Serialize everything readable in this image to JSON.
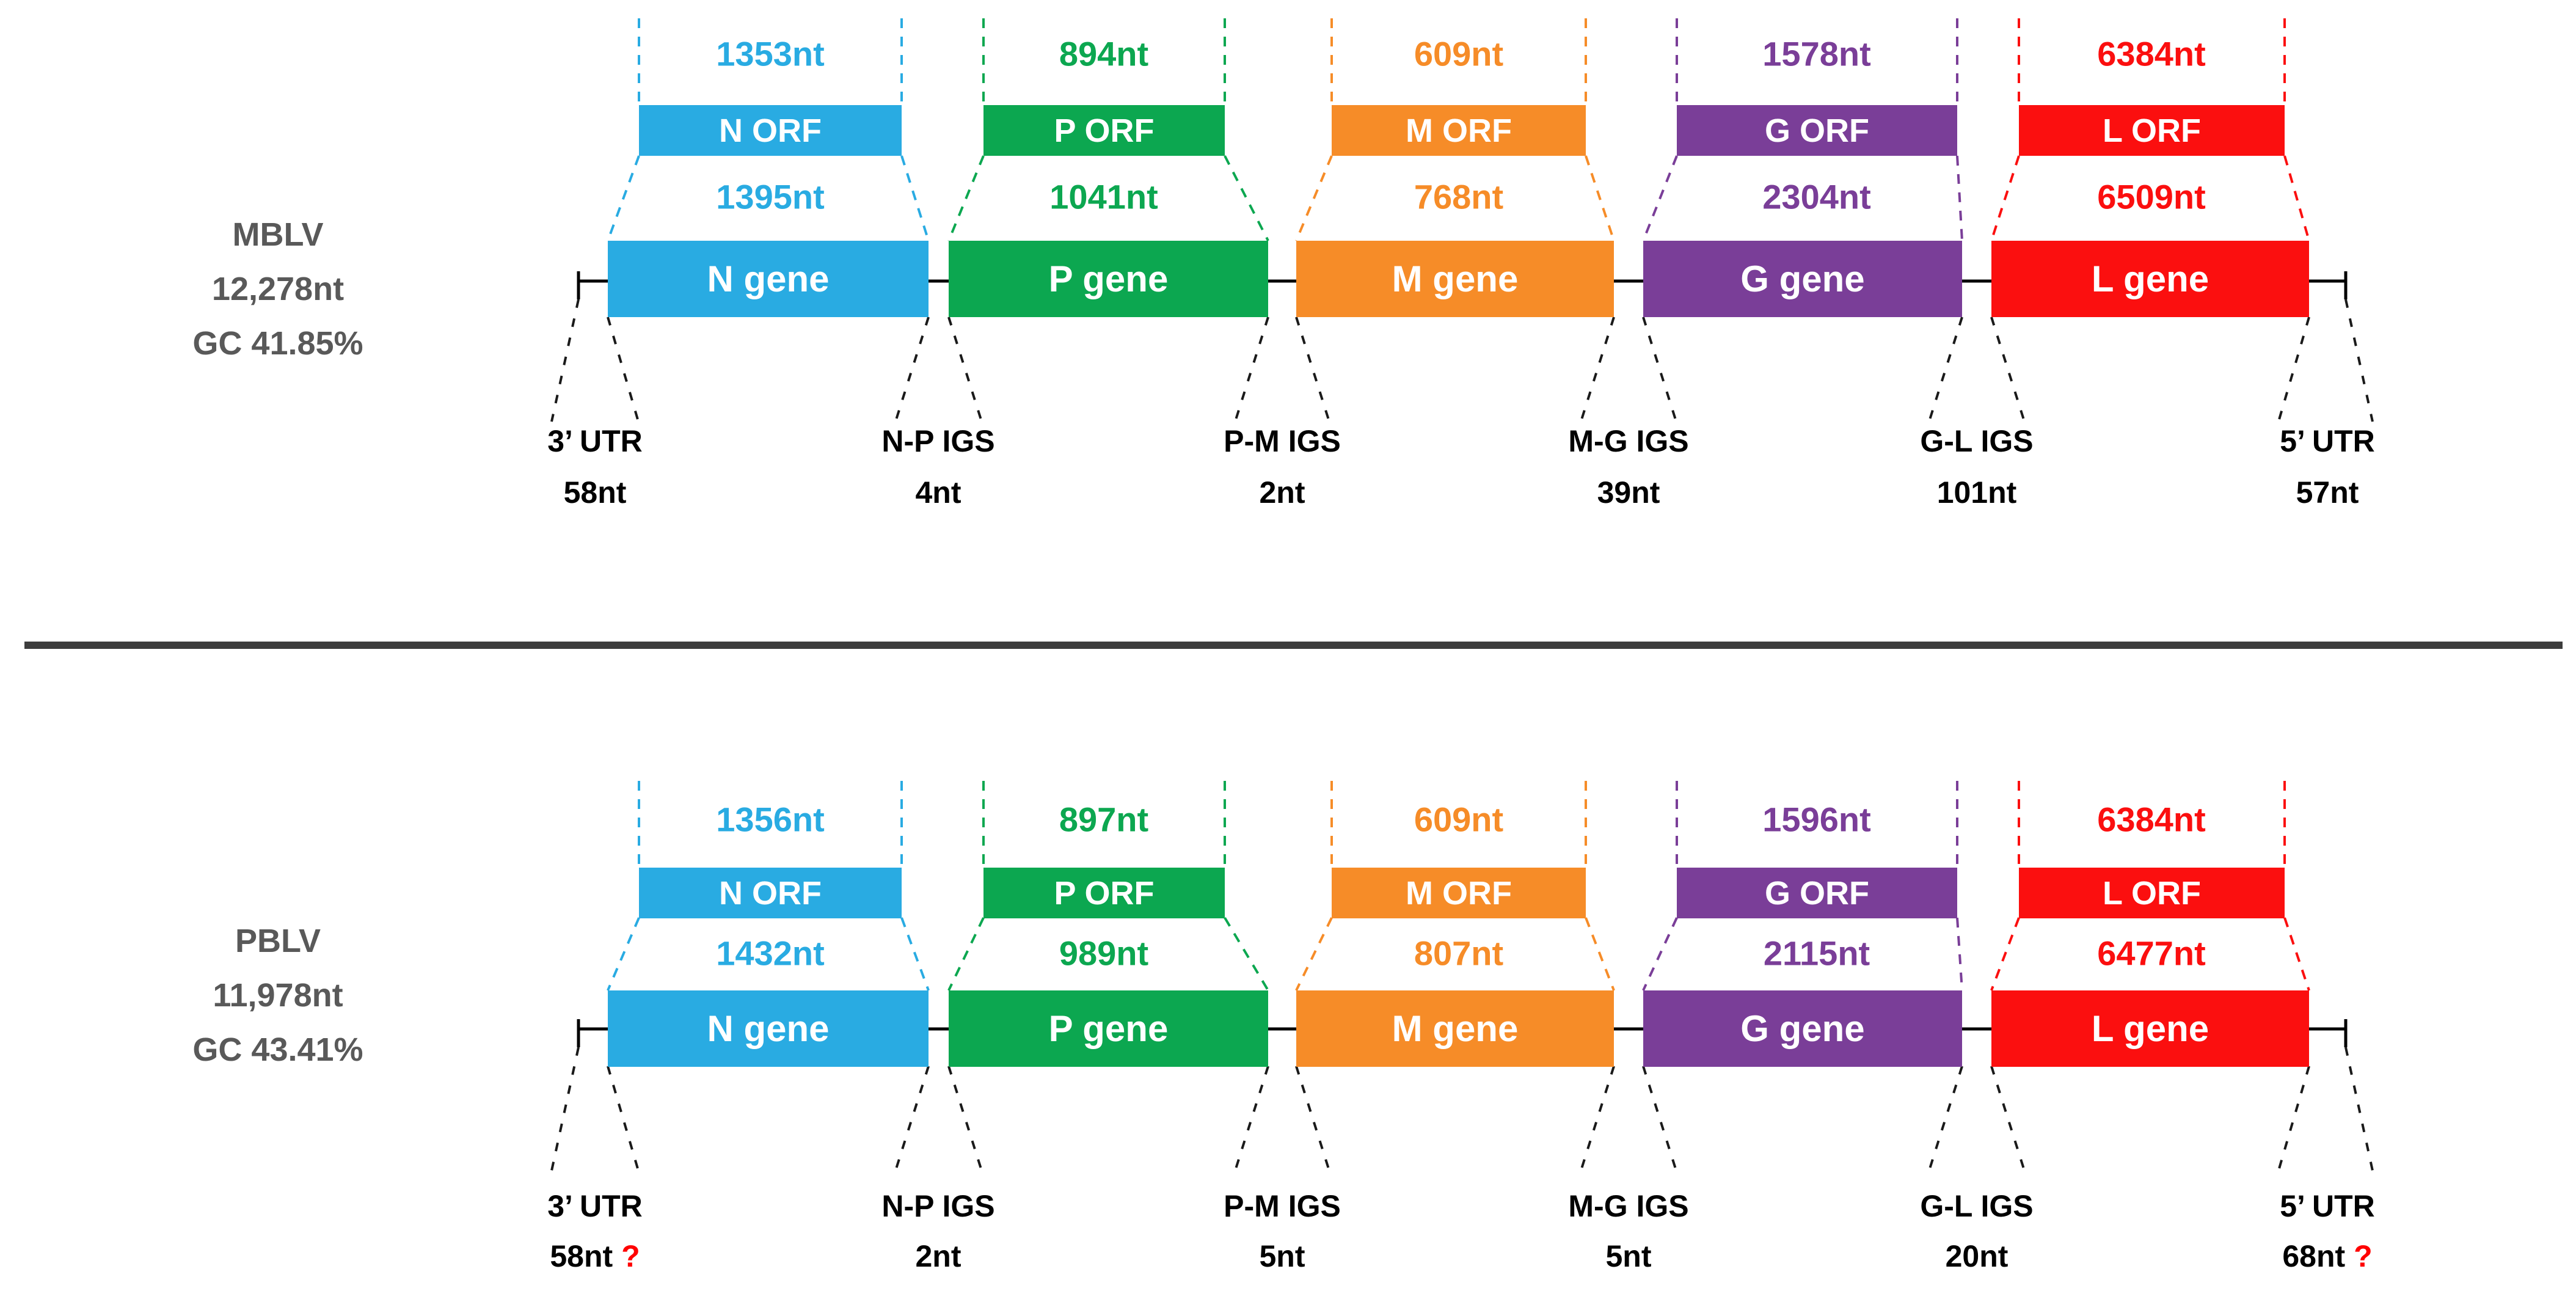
{
  "colors": {
    "n": "#29abe2",
    "p": "#0ca750",
    "m": "#f68c28",
    "g": "#7a3e98",
    "l": "#fb0f0f",
    "genome_line": "#000000",
    "callout_dash": "#1a1a1a",
    "divider": "#3d3d3d",
    "info_text": "#595959",
    "question_mark": "#ff0000"
  },
  "panels": [
    {
      "name": "MBLV",
      "genome_length": "12,278nt",
      "gc_content": "GC 41.85%",
      "segments": [
        {
          "key": "n",
          "orf_length": "1353nt",
          "orf_label": "N ORF",
          "gene_length": "1395nt",
          "gene_label": "N gene"
        },
        {
          "key": "p",
          "orf_length": "894nt",
          "orf_label": "P ORF",
          "gene_length": "1041nt",
          "gene_label": "P gene"
        },
        {
          "key": "m",
          "orf_length": "609nt",
          "orf_label": "M ORF",
          "gene_length": "768nt",
          "gene_label": "M gene"
        },
        {
          "key": "g",
          "orf_length": "1578nt",
          "orf_label": "G ORF",
          "gene_length": "2304nt",
          "gene_label": "G gene"
        },
        {
          "key": "l",
          "orf_length": "6384nt",
          "orf_label": "L ORF",
          "gene_length": "6509nt",
          "gene_label": "L gene"
        }
      ],
      "regions": [
        {
          "name": "3’ UTR",
          "value": "58nt",
          "flag": ""
        },
        {
          "name": "N-P IGS",
          "value": "4nt",
          "flag": ""
        },
        {
          "name": "P-M IGS",
          "value": "2nt",
          "flag": ""
        },
        {
          "name": "M-G IGS",
          "value": "39nt",
          "flag": ""
        },
        {
          "name": "G-L IGS",
          "value": "101nt",
          "flag": ""
        },
        {
          "name": "5’ UTR",
          "value": "57nt",
          "flag": ""
        }
      ]
    },
    {
      "name": "PBLV",
      "genome_length": "11,978nt",
      "gc_content": "GC 43.41%",
      "segments": [
        {
          "key": "n",
          "orf_length": "1356nt",
          "orf_label": "N ORF",
          "gene_length": "1432nt",
          "gene_label": "N gene"
        },
        {
          "key": "p",
          "orf_length": "897nt",
          "orf_label": "P ORF",
          "gene_length": "989nt",
          "gene_label": "P gene"
        },
        {
          "key": "m",
          "orf_length": "609nt",
          "orf_label": "M ORF",
          "gene_length": "807nt",
          "gene_label": "M gene"
        },
        {
          "key": "g",
          "orf_length": "1596nt",
          "orf_label": "G ORF",
          "gene_length": "2115nt",
          "gene_label": "G gene"
        },
        {
          "key": "l",
          "orf_length": "6384nt",
          "orf_label": "L ORF",
          "gene_length": "6477nt",
          "gene_label": "L gene"
        }
      ],
      "regions": [
        {
          "name": "3’ UTR",
          "value": "58nt",
          "flag": " ?"
        },
        {
          "name": "N-P IGS",
          "value": "2nt",
          "flag": ""
        },
        {
          "name": "P-M IGS",
          "value": "5nt",
          "flag": ""
        },
        {
          "name": "M-G IGS",
          "value": "5nt",
          "flag": ""
        },
        {
          "name": "G-L IGS",
          "value": "20nt",
          "flag": ""
        },
        {
          "name": "5’ UTR",
          "value": "68nt",
          "flag": " ?"
        }
      ]
    }
  ]
}
